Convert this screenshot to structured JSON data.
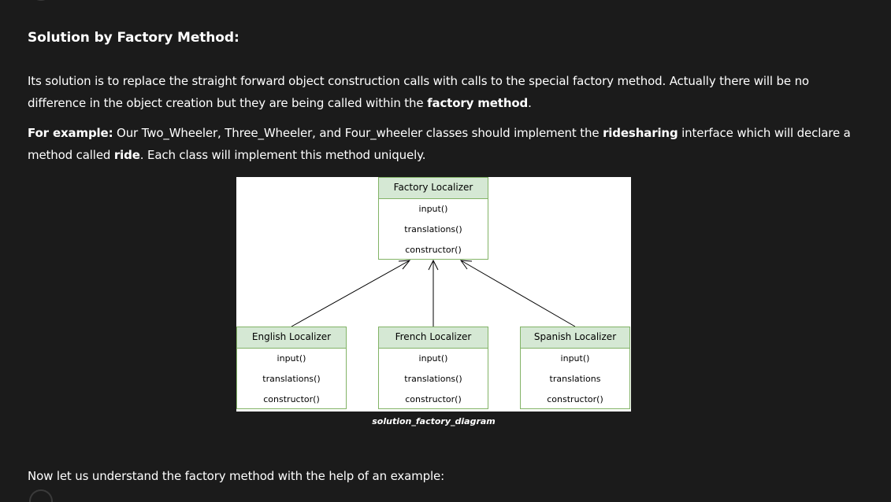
{
  "heading": "Solution by Factory Method:",
  "paragraph1": {
    "text_before": "Its solution is to replace the straight forward object construction calls with calls to the special factory method. Actually there will be no difference in the object creation but they are being called within the ",
    "bold": "factory method",
    "text_after": "."
  },
  "paragraph2": {
    "lead_bold": "For example:",
    "text1": " Our Two_Wheeler, Three_Wheeler, and Four_wheeler classes should implement the ",
    "bold1": "ridesharing",
    "text2": " interface which will declare a method called ",
    "bold2": "ride",
    "text3": ". Each class will implement this method uniquely."
  },
  "diagram": {
    "factory": {
      "title": "Factory Localizer",
      "methods": [
        "input()",
        "translations()",
        "constructor()"
      ]
    },
    "english": {
      "title": "English Localizer",
      "methods": [
        "input()",
        "translations()",
        "constructor()"
      ]
    },
    "french": {
      "title": "French Localizer",
      "methods": [
        "input()",
        "translations()",
        "constructor()"
      ]
    },
    "spanish": {
      "title": "Spanish Localizer",
      "methods": [
        "input()",
        "translations",
        "constructor()"
      ]
    },
    "caption": "solution_factory_diagram"
  },
  "paragraph3": "Now let us understand the factory method with the help of an example:",
  "colors": {
    "background": "#1b1b1b",
    "text": "#ffffff",
    "uml_header_fill": "#d5e8d4",
    "uml_border": "#82b366"
  }
}
